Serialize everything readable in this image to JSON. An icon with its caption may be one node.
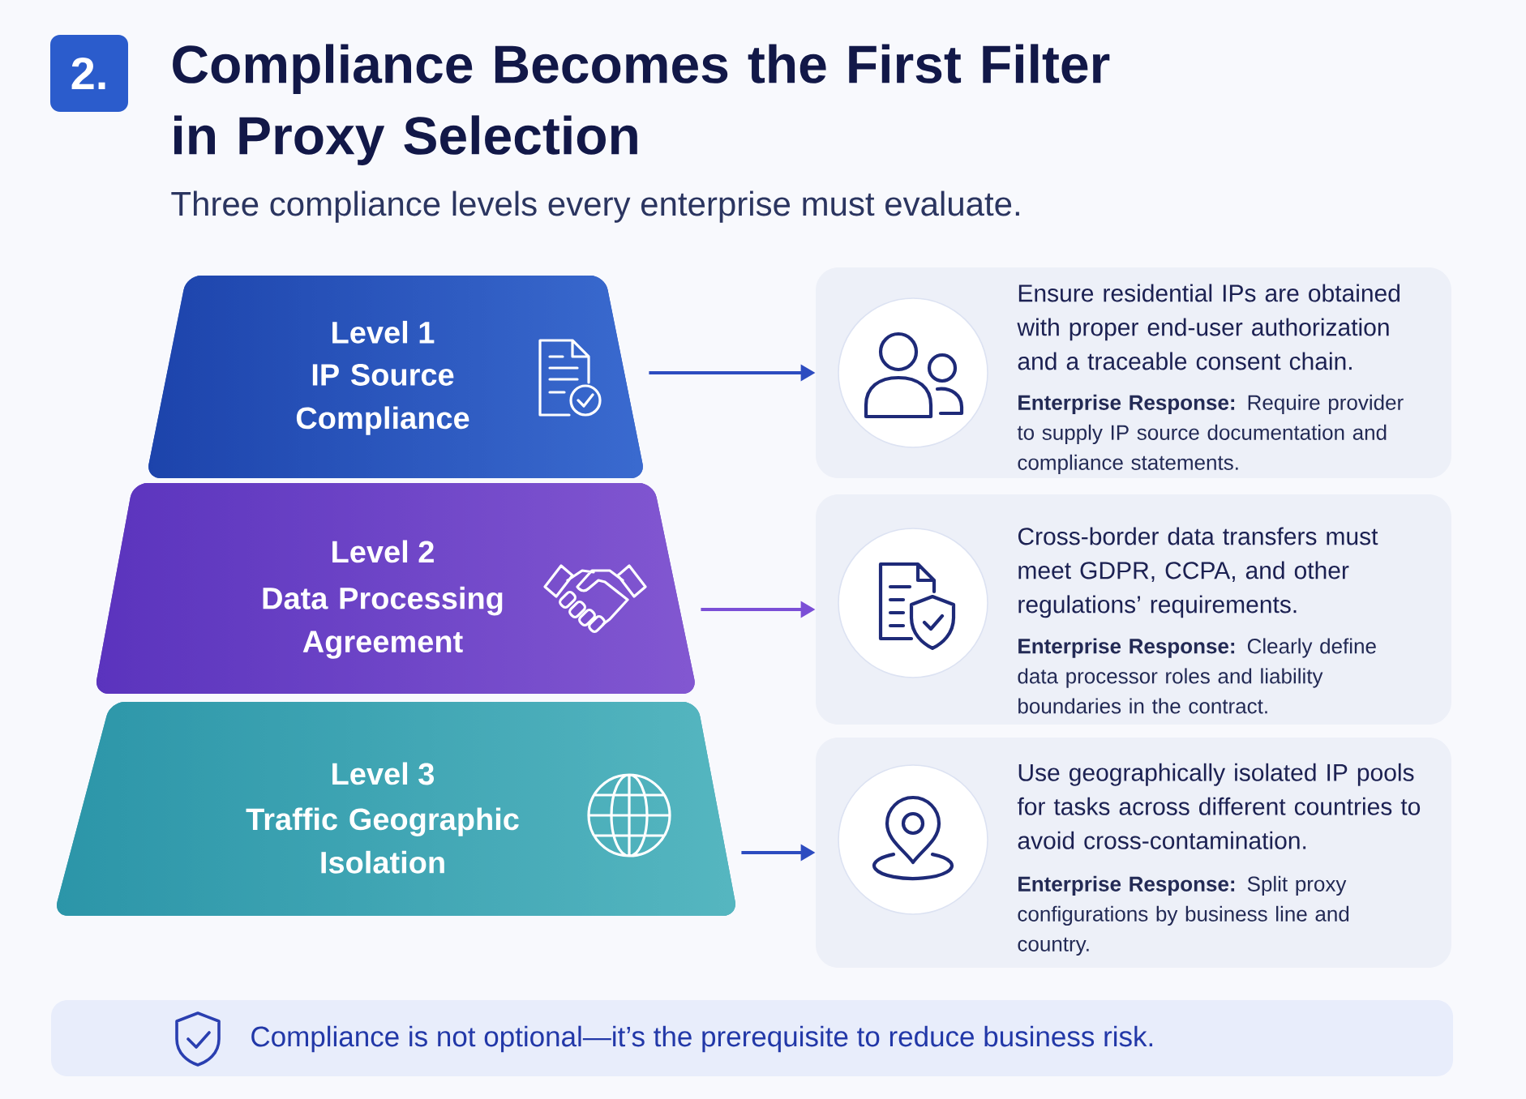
{
  "diagram": {
    "title": "Compliance Becomes the First Filter in Proxy Selection",
    "nodes": [
      {
        "text": [
          "2."
        ]
      },
      {
        "text": [
          "Level 1",
          "IP Source Compliance"
        ]
      },
      {
        "text": [
          "Level 2",
          "Data Processing Agreement"
        ]
      },
      {
        "text": [
          "Level 3",
          "Traffic Geographic Isolation"
        ]
      },
      {
        "text": [
          "Ensure residential IPs are obtained with proper end-user authorization and a traceable consent chain.",
          "**Enterprise Response:** Require provider to supply IP source documentation and compliance statements."
        ]
      },
      {
        "text": [
          "Cross-border data transfers must meet GDPR, CCPA, and other regulations’ requirements.",
          "**Enterprise Response:** Clearly define data processor roles and liability boundaries in the contract."
        ]
      },
      {
        "text": [
          "Use geographically isolated IP pools for tasks across different countries to avoid cross-contamination.",
          "**Enterprise Response:** Split proxy configurations by business line and country."
        ]
      },
      {
        "text": [
          "Compliance is not optional—it’s the prerequisite to reduce business risk."
        ]
      }
    ],
    "edges": [
      {
        "from": 1,
        "to": 4,
        "arrow": "to"
      },
      {
        "from": 2,
        "to": 5,
        "arrow": "to",
        "color": "#7b4fd6"
      },
      {
        "from": 3,
        "to": 6,
        "arrow": "to"
      }
    ],
    "labels": [
      "Three compliance levels every enterprise must evaluate."
    ]
  }
}
